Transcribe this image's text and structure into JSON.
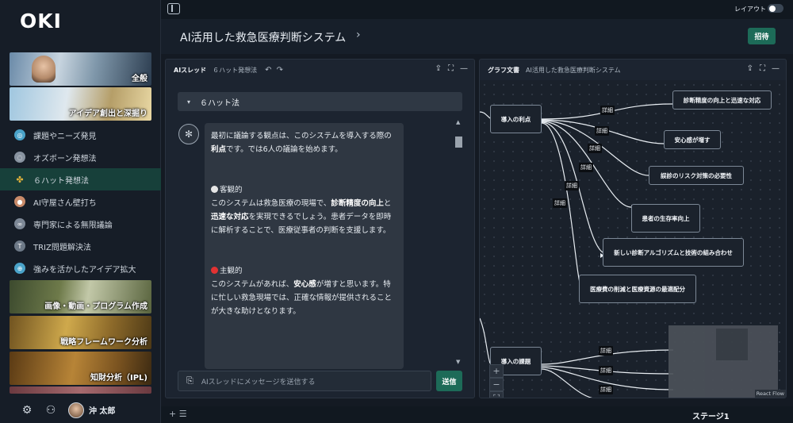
{
  "brand": {
    "logo": "OKI"
  },
  "sidebar": {
    "banners": [
      {
        "label": "全般"
      },
      {
        "label": "アイデア創出と深掘り"
      },
      {
        "label": "画像・動画・プログラム作成"
      },
      {
        "label": "戦略フレームワーク分析"
      },
      {
        "label": "知財分析（IPL)"
      }
    ],
    "items": [
      {
        "label": "課題やニーズ発見",
        "icon": "target-icon",
        "color": "#4aa3c9"
      },
      {
        "label": "オズボーン発想法",
        "icon": "bulb-icon",
        "color": "#8893a0"
      },
      {
        "label": "６ハット発想法",
        "icon": "hats-icon",
        "color": "#e0b23c"
      },
      {
        "label": "AI守屋さん壁打ち",
        "icon": "person-icon",
        "color": "#c98b6a"
      },
      {
        "label": "専門家による無限議論",
        "icon": "experts-icon",
        "color": "#7d8896"
      },
      {
        "label": "TRIZ問題解決法",
        "icon": "triz-icon",
        "color": "#6d7987"
      },
      {
        "label": "強みを活かしたアイデア拡大",
        "icon": "expand-icon",
        "color": "#4aa3c9"
      }
    ],
    "user": {
      "name": "沖 太郎"
    }
  },
  "topbar": {
    "layout_label": "レイアウト"
  },
  "header": {
    "title": "AI活用した救急医療判断システム",
    "invite_label": "招待"
  },
  "thread": {
    "title": "AIスレッド",
    "subtitle": "６ハット発想法",
    "accordion_label": "６ハット法",
    "message": {
      "intro_1": "最初に議論する観点は、このシステムを導入する際の",
      "intro_bold": "利点",
      "intro_2": "です。では6人の議論を始めます。",
      "section1_title": "客観的",
      "s1_a": "このシステムは救急医療の現場で、",
      "s1_bold1": "診断精度の向上",
      "s1_b": "と",
      "s1_bold2": "迅速な対応",
      "s1_c": "を実現できるでしょう。患者データを即時に解析することで、医療従事者の判断を支援します。",
      "section2_title": "主観的",
      "s2_a": "このシステムがあれば、",
      "s2_bold": "安心感",
      "s2_b": "が増すと思います。特に忙しい救急現場では、正確な情報が提供されることが大きな助けとなります。"
    },
    "input_placeholder": "AIスレッドにメッセージを送信する",
    "send_label": "送信"
  },
  "graph": {
    "title": "グラフ文書",
    "subtitle": "AI活用した救急医療判断システム",
    "root": "導入の利点",
    "root2": "導入の課題",
    "nodes": [
      "診断精度の向上と迅速な対応",
      "安心感が増す",
      "誤診のリスク対策の必要性",
      "患者の生存率向上",
      "新しい診断アルゴリズムと技術の組み合わせ",
      "医療費の削減と医療資源の最適配分"
    ],
    "edge_label": "詳細",
    "attribution": "React Flow"
  },
  "bottom": {
    "stage_label": "ステージ1"
  }
}
